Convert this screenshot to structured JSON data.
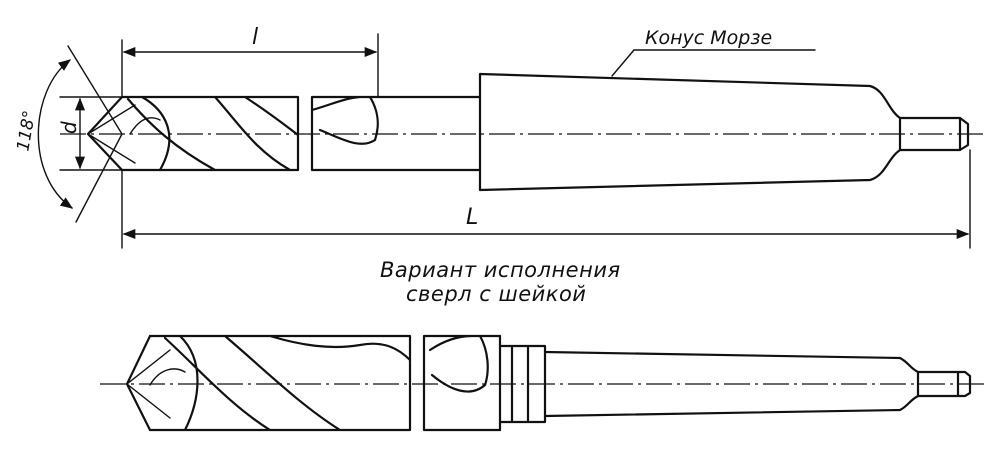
{
  "labels": {
    "length_l": "l",
    "length_L": "L",
    "diameter": "d",
    "angle": "118°",
    "morse_taper": "Конус  Морзе"
  },
  "caption": {
    "line1": "Вариант исполнения",
    "line2": "сверл с шейкой"
  }
}
